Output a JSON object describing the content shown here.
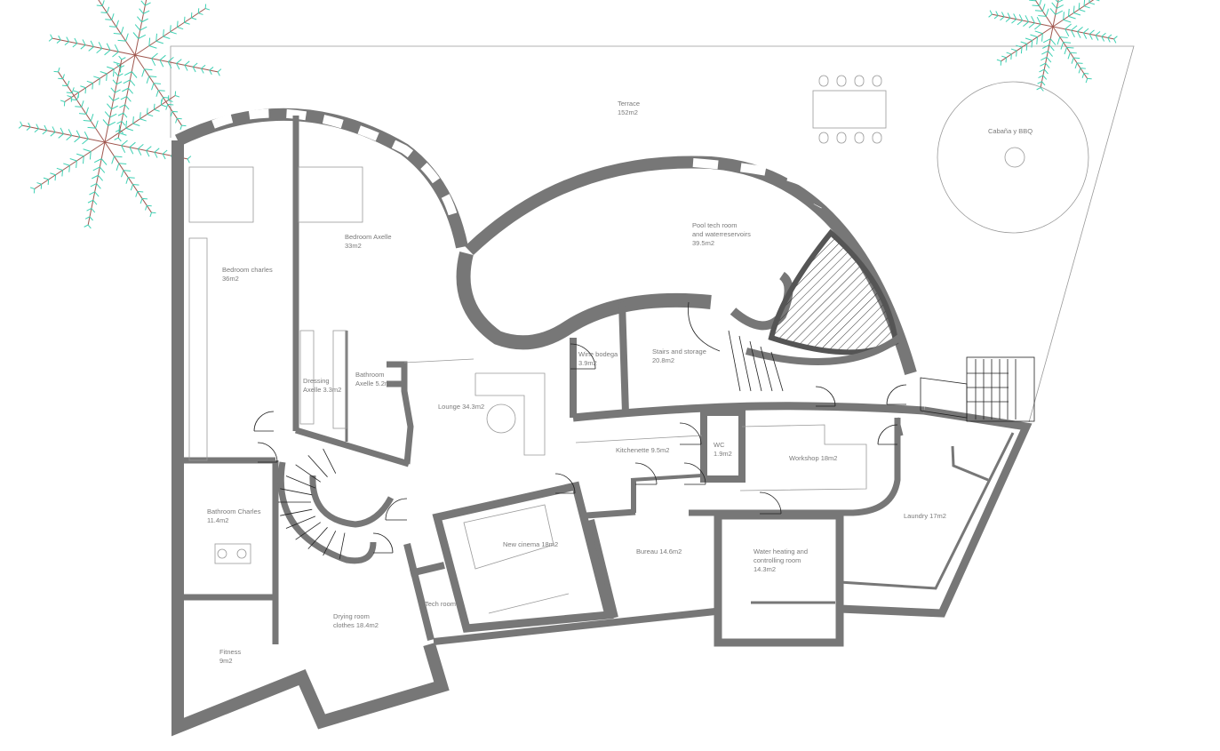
{
  "plan": {
    "colors": {
      "wall": "#777777",
      "tree": "#3fd1b4",
      "label": "#7a7a7a"
    },
    "rooms": {
      "terrace": [
        "Terrace",
        "152m2"
      ],
      "cabana": [
        "Cabaña y BBQ"
      ],
      "bedroom_axelle": [
        "Bedroom Axelle",
        "33m2"
      ],
      "bedroom_charles": [
        "Bedroom charles",
        "36m2"
      ],
      "dressing_axelle": [
        "Dressing",
        "Axelle 3.3m2"
      ],
      "bathroom_axelle": [
        "Bathroom",
        "Axelle 5.2m2"
      ],
      "lounge": [
        "Lounge 34.3m2"
      ],
      "pool_tech": [
        "Pool tech room",
        "and waterreservoirs",
        "39.5m2"
      ],
      "wine_bodega": [
        "Wine bodega",
        "3.9m2"
      ],
      "stairs_storage": [
        "Stairs and storage",
        "20.8m2"
      ],
      "kitchenette": [
        "Kitchenette 9.5m2"
      ],
      "wc": [
        "WC",
        "1.9m2"
      ],
      "workshop": [
        "Workshop 18m2"
      ],
      "laundry": [
        "Laundry 17m2"
      ],
      "new_cinema": [
        "New cinema 18m2"
      ],
      "bureau": [
        "Bureau 14.6m2"
      ],
      "water_heating": [
        "Water heating and",
        "controlling room",
        "14.3m2"
      ],
      "bathroom_charles": [
        "Bathroom Charles",
        "11.4m2"
      ],
      "tech_room": [
        "Tech room"
      ],
      "drying_room": [
        "Drying room",
        "clothes 18.4m2"
      ],
      "fitness": [
        "Fitness",
        "9m2"
      ]
    }
  }
}
